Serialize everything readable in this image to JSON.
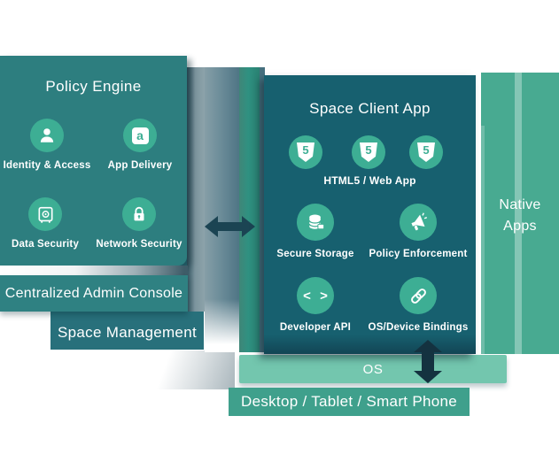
{
  "policy_engine": {
    "title": "Policy Engine",
    "items": [
      {
        "label": "Identity & Access",
        "icon": "person-icon"
      },
      {
        "label": "App Delivery",
        "icon": "app-a-icon"
      },
      {
        "label": "Data Security",
        "icon": "safe-icon"
      },
      {
        "label": "Network Security",
        "icon": "padlock-icon"
      }
    ]
  },
  "admin_console": {
    "label": "Centralized Admin Console"
  },
  "space_management": {
    "label": "Space Management"
  },
  "client_app": {
    "title": "Space Client App",
    "html5_label": "HTML5 / Web App",
    "items": [
      {
        "label": "Secure Storage",
        "icon": "database-lock-icon"
      },
      {
        "label": "Policy Enforcement",
        "icon": "megaphone-icon"
      },
      {
        "label": "Developer API",
        "icon": "code-brackets-icon"
      },
      {
        "label": "OS/Device Bindings",
        "icon": "chain-link-icon"
      }
    ]
  },
  "native_apps": {
    "line1": "Native",
    "line2": "Apps"
  },
  "os": {
    "label": "OS"
  },
  "devices": {
    "label": "Desktop / Tablet / Smart Phone"
  },
  "glyphs": {
    "html5_badge": "5",
    "app_a": "a",
    "code": "< >"
  },
  "colors": {
    "policy_panel": "#2D7E7F",
    "admin_bar": "#2F8182",
    "space_management_panel": "#28707B",
    "client_panel": "#17606F",
    "icon_circle_green": "#3DAE94",
    "native_panel": "#48AA91",
    "os_bar": "#73C6AE",
    "device_bar": "#3FA08C",
    "connector_band_gray": "#6F8F9B",
    "connector_band_green": "#2F9181",
    "horizontal_arrow": "#1B4453",
    "vertical_arrow": "#143240"
  }
}
